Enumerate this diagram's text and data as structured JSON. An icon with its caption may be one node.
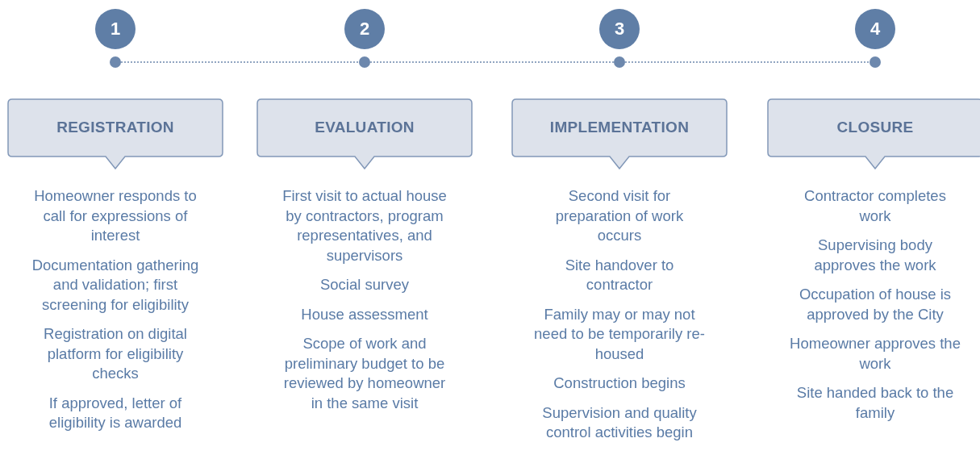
{
  "diagram": {
    "nodes": [
      {
        "text": [
          "1"
        ]
      },
      {
        "text": [
          "2"
        ]
      },
      {
        "text": [
          "3"
        ]
      },
      {
        "text": [
          "4"
        ]
      },
      {
        "text": [],
        "shape": "circle"
      },
      {
        "text": [],
        "shape": "circle"
      },
      {
        "text": [],
        "shape": "circle"
      },
      {
        "text": [],
        "shape": "circle"
      },
      {
        "text": [
          "REGISTRATION"
        ],
        "beside": [
          "Homeowner responds to call for expressions of interest",
          "Documentation gathering and validation; first screening for eligibility",
          "Registration on digital platform for eligibility checks",
          "If approved, letter of eligibility is awarded"
        ]
      },
      {
        "text": [
          "EVALUATION"
        ],
        "beside": [
          "First visit to actual house by contractors, program representatives, and supervisors",
          "Social survey",
          "House assessment",
          "Scope of work and preliminary budget to be reviewed by homeowner in the same visit"
        ]
      },
      {
        "text": [
          "IMPLEMENTATION"
        ],
        "beside": [
          "Second visit for preparation of work occurs",
          "Site handover to contractor",
          "Family may or may not need to be temporarily re-housed",
          "Construction begins",
          "Supervision and quality control activities begin"
        ]
      },
      {
        "text": [
          "CLOSURE"
        ],
        "beside": [
          "Contractor completes work",
          "Supervising body approves the work",
          "Occupation of house is approved by the City",
          "Homeowner approves the work",
          "Site handed back to the family"
        ]
      }
    ],
    "edges": [
      {
        "from": 4,
        "to": 5,
        "arrow": "none",
        "style": "dashed"
      },
      {
        "from": 5,
        "to": 6,
        "arrow": "none",
        "style": "dashed"
      },
      {
        "from": 6,
        "to": 7,
        "arrow": "none",
        "style": "dashed"
      }
    ]
  }
}
